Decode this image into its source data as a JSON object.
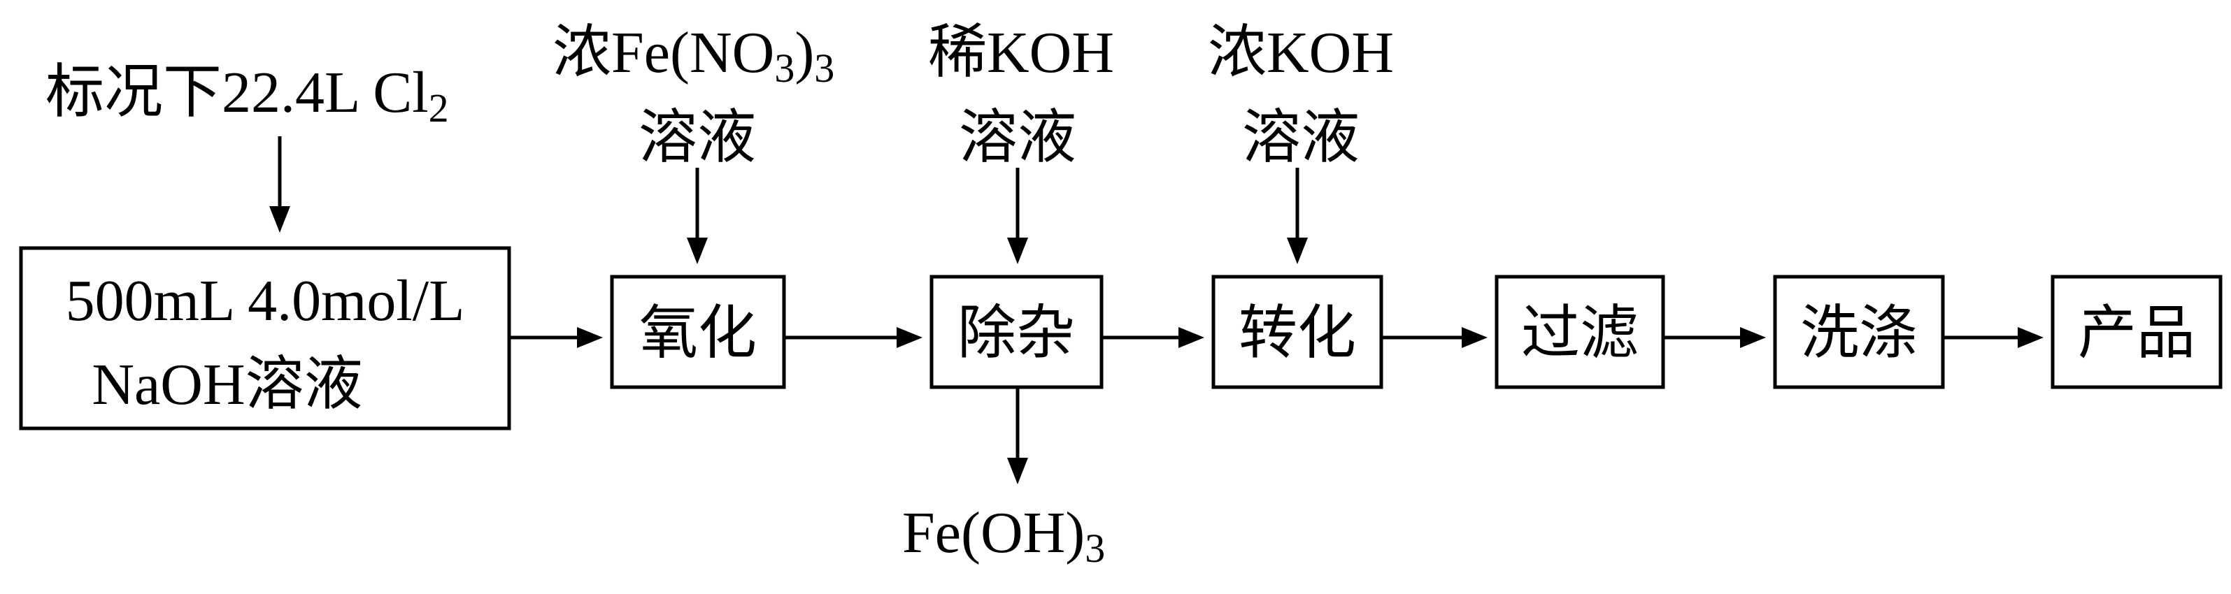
{
  "inputs": {
    "chlorine": {
      "main": "标况下22.4L Cl",
      "sub": "2"
    },
    "iron_nitrate": {
      "line1_prefix": "浓Fe(NO",
      "sub_inner": "3",
      "paren": ")",
      "sub_outer": "3",
      "line2": "溶液"
    },
    "dilute_koh": {
      "line1": "稀KOH",
      "line2": "溶液"
    },
    "conc_koh": {
      "line1": "浓KOH",
      "line2": "溶液"
    }
  },
  "start_box": {
    "line1": "500mL 4.0mol/L",
    "line2": "NaOH溶液"
  },
  "steps": {
    "oxidation": "氧化",
    "impurity_removal": "除杂",
    "conversion": "转化",
    "filtration": "过滤",
    "washing": "洗涤",
    "product": "产品"
  },
  "byproduct": {
    "main": "Fe(OH)",
    "sub": "3"
  }
}
